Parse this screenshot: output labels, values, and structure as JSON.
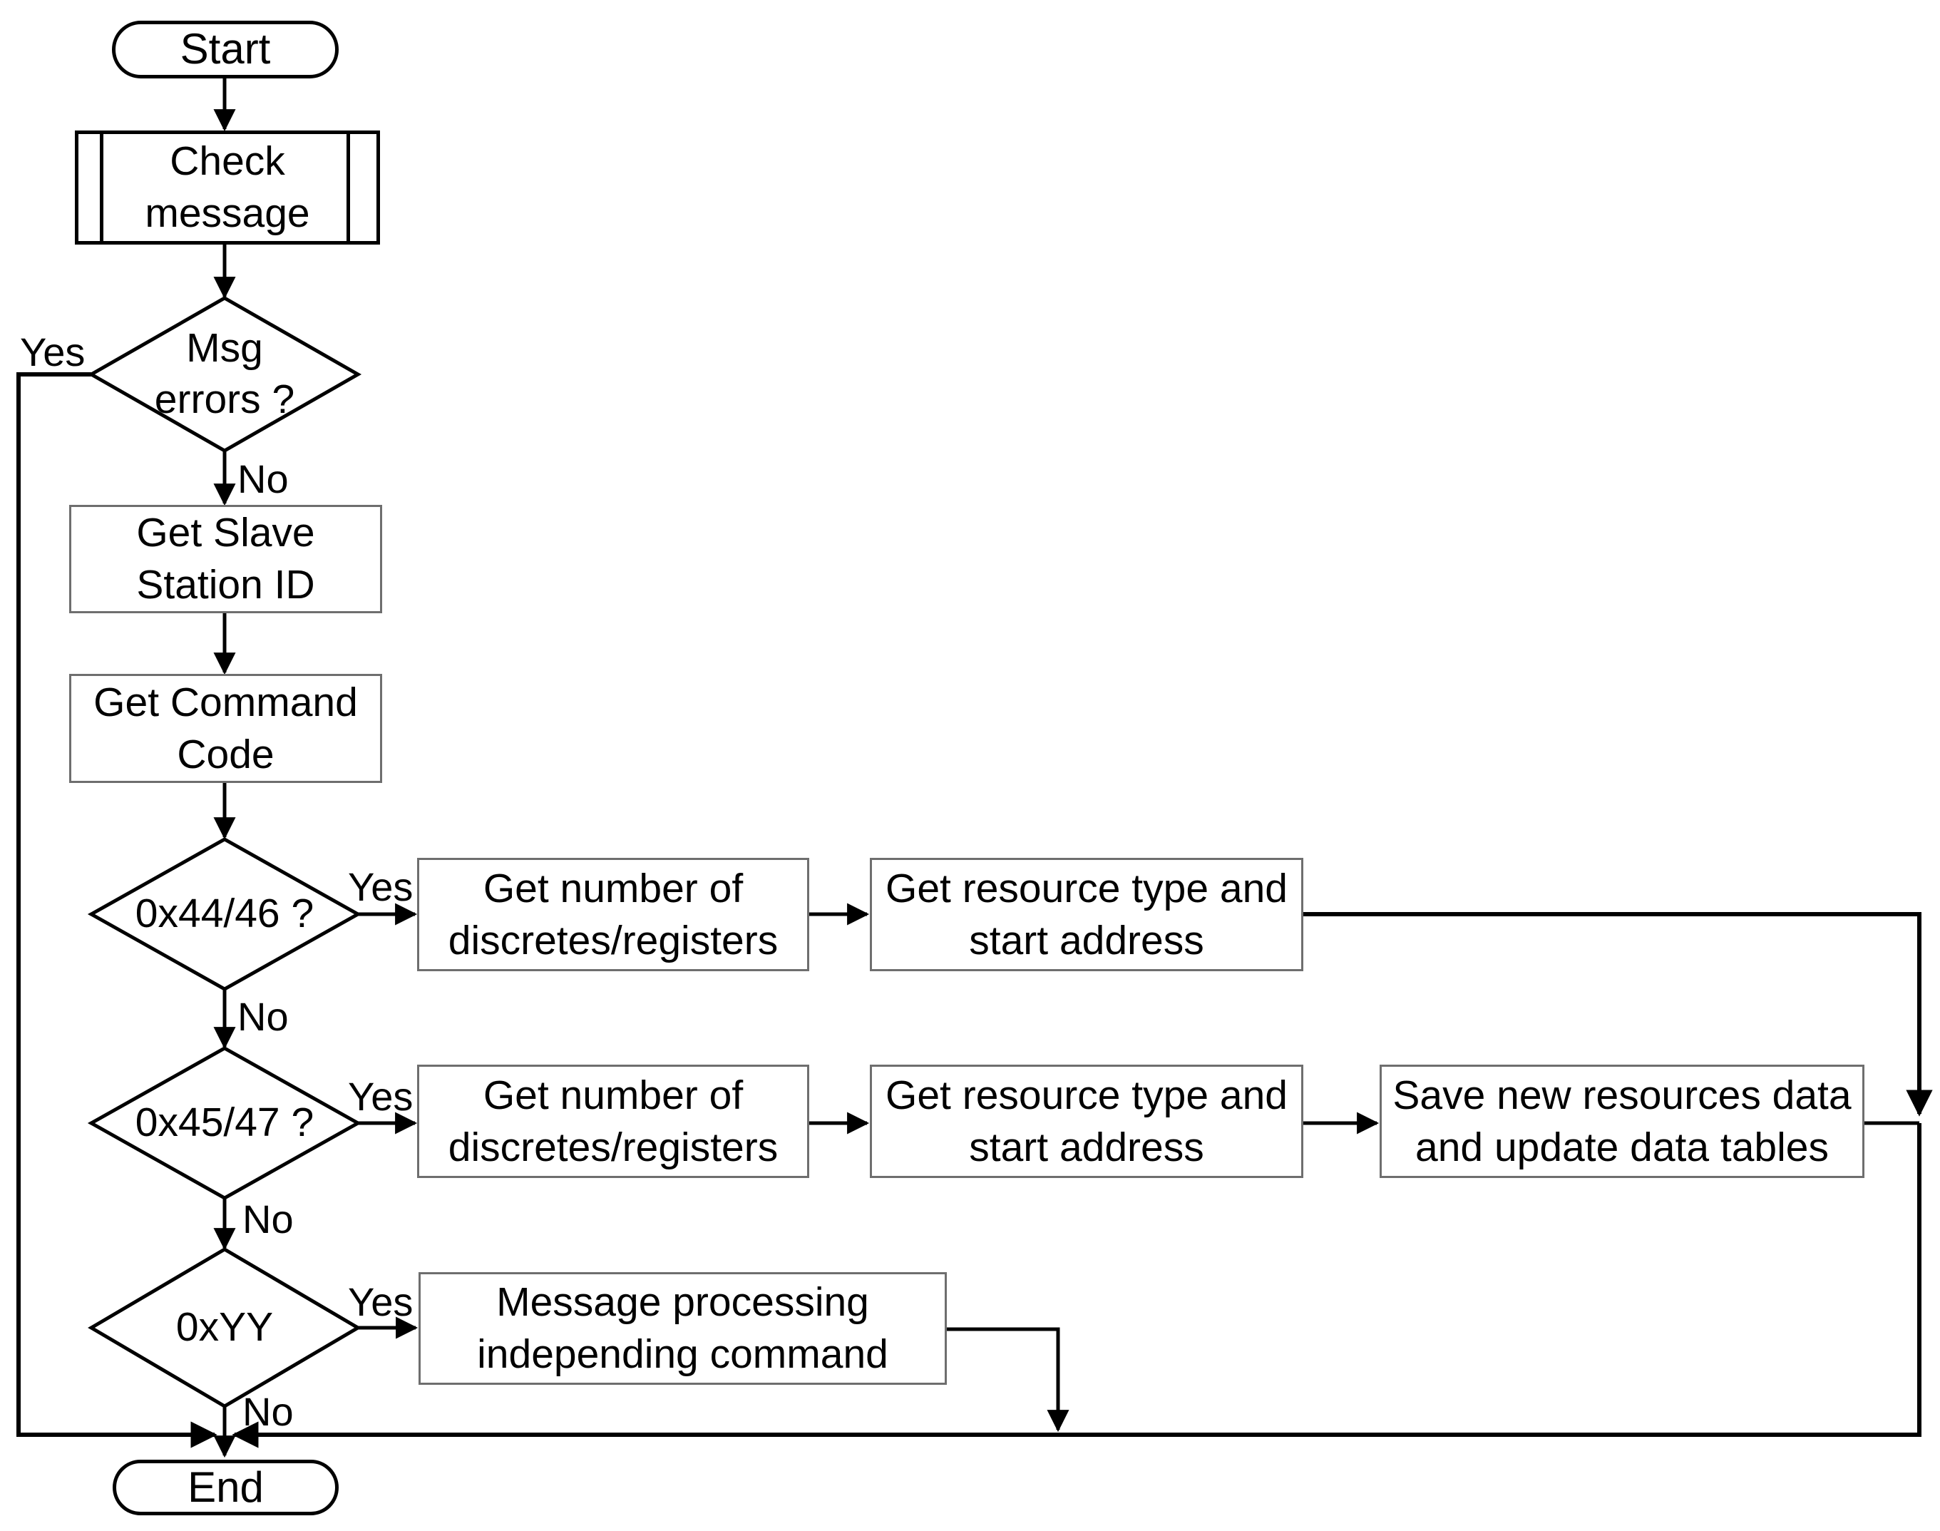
{
  "colors": {
    "ink": "#000000",
    "process_border": "#6e6e6e",
    "background": "#ffffff"
  },
  "labels": {
    "yes": "Yes",
    "no": "No"
  },
  "nodes": {
    "start": {
      "label": "Start"
    },
    "check_message": {
      "lines": [
        "Check",
        "message"
      ]
    },
    "msg_errors": {
      "lines": [
        "Msg",
        "errors ?"
      ]
    },
    "get_slave": {
      "lines": [
        "Get Slave",
        "Station ID"
      ]
    },
    "get_command": {
      "lines": [
        "Get Command",
        "Code"
      ]
    },
    "d_4446": {
      "label": "0x44/46 ?"
    },
    "get_number_1": {
      "lines": [
        "Get number of",
        "discretes/registers"
      ]
    },
    "get_resource_1": {
      "lines": [
        "Get resource type and",
        "start address"
      ]
    },
    "d_4547": {
      "label": "0x45/47 ?"
    },
    "get_number_2": {
      "lines": [
        "Get number of",
        "discretes/registers"
      ]
    },
    "get_resource_2": {
      "lines": [
        "Get resource type and",
        "start address"
      ]
    },
    "save_resources": {
      "lines": [
        "Save new resources data",
        "and update data tables"
      ]
    },
    "d_yy": {
      "label": "0xYY"
    },
    "message_processing": {
      "lines": [
        "Message processing",
        "independing command"
      ]
    },
    "end": {
      "label": "End"
    }
  }
}
